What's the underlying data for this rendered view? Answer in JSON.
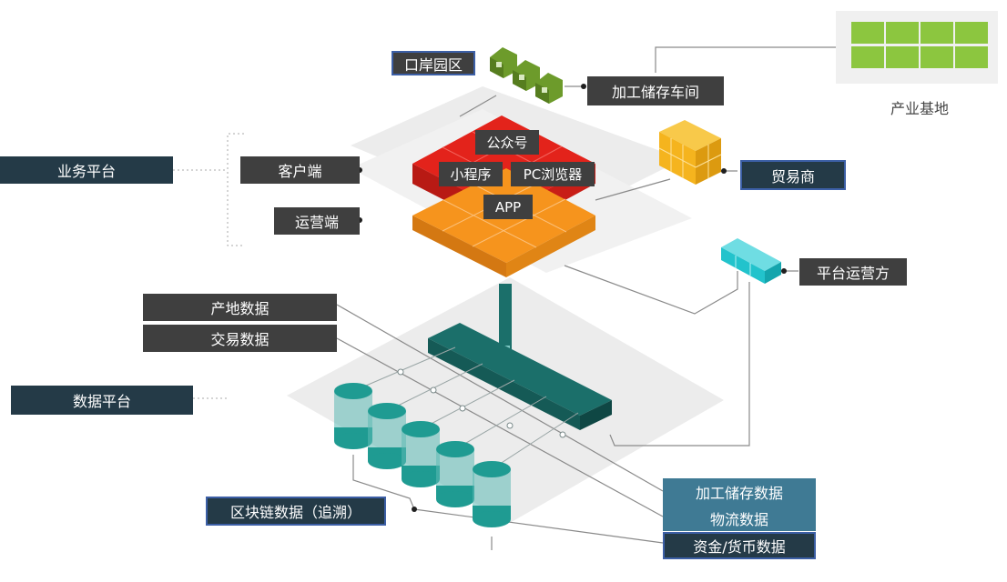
{
  "colors": {
    "red": "#e3231b",
    "orange": "#f6941d",
    "teal": "#1b6f6a",
    "cyan": "#22c3cc",
    "gold": "#f5b41e",
    "green_house": "#6d9b2b",
    "green_grid": "#8cc63f"
  },
  "icons": {
    "warehouse": "house-icon",
    "trader": "cube-icon",
    "operator": "cube-icon",
    "storage": "cylinder-icon",
    "base": "grid-icon"
  },
  "labels": {
    "port_zone": "口岸园区",
    "processing_workshop": "加工储存车间",
    "industry_base": "产业基地",
    "business_platform": "业务平台",
    "client_end": "客户端",
    "operation_end": "运营端",
    "trader": "贸易商",
    "platform_operator": "平台运营方",
    "data_platform": "数据平台",
    "origin_data": "产地数据",
    "trade_data": "交易数据",
    "blockchain_data": "区块链数据（追溯）",
    "processing_data": "加工储存数据",
    "logistics_data": "物流数据",
    "finance_data": "资金/货币数据"
  },
  "client_channels": {
    "official_account": "公众号",
    "mini_program": "小程序",
    "pc_browser": "PC浏览器",
    "app": "APP"
  }
}
